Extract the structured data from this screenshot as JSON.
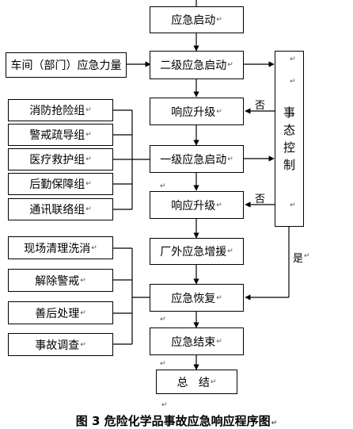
{
  "main_flow": {
    "start": "应急启动",
    "level2": "二级应急启动",
    "upgrade1": "响应升级",
    "level1": "一级应急启动",
    "upgrade2": "响应升级",
    "external": "厂外应急增援",
    "recovery": "应急恢复",
    "end": "应急结束",
    "summary": "总   结"
  },
  "workshop_force": "车间（部门）应急力量",
  "control": [
    "事",
    "态",
    "控",
    "制"
  ],
  "labels": {
    "no1": "否",
    "no2": "否",
    "yes": "是"
  },
  "response_groups": [
    "消防抢险组",
    "警戒疏导组",
    "医疗救护组",
    "后勤保障组",
    "通讯联络组"
  ],
  "recovery_tasks": [
    "现场清理洗消",
    "解除警戒",
    "善后处理",
    "事故调查"
  ],
  "para_mark": "↵",
  "caption": "图 3   危险化学品事故应急响应程序图"
}
